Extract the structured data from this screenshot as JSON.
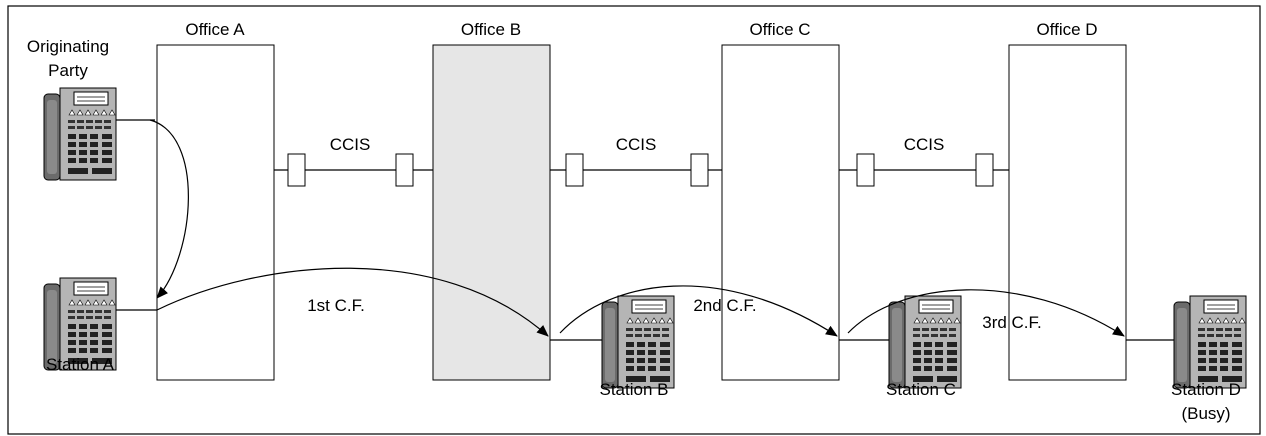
{
  "offices": [
    {
      "name": "Office A",
      "shaded": false
    },
    {
      "name": "Office B",
      "shaded": true
    },
    {
      "name": "Office C",
      "shaded": false
    },
    {
      "name": "Office D",
      "shaded": false
    }
  ],
  "links": [
    {
      "label": "CCIS"
    },
    {
      "label": "CCIS"
    },
    {
      "label": "CCIS"
    }
  ],
  "parties": {
    "originating": {
      "line1": "Originating",
      "line2": "Party"
    },
    "station_a": "Station A",
    "station_b": "Station B",
    "station_c": "Station C",
    "station_d": {
      "line1": "Station D",
      "line2": "(Busy)"
    }
  },
  "forwards": [
    {
      "label": "1st C.F."
    },
    {
      "label": "2nd C.F."
    },
    {
      "label": "3rd C.F."
    }
  ],
  "icons": {
    "telephone": "multi-line-telephone-icon",
    "arrowhead": "arrowhead-icon"
  }
}
